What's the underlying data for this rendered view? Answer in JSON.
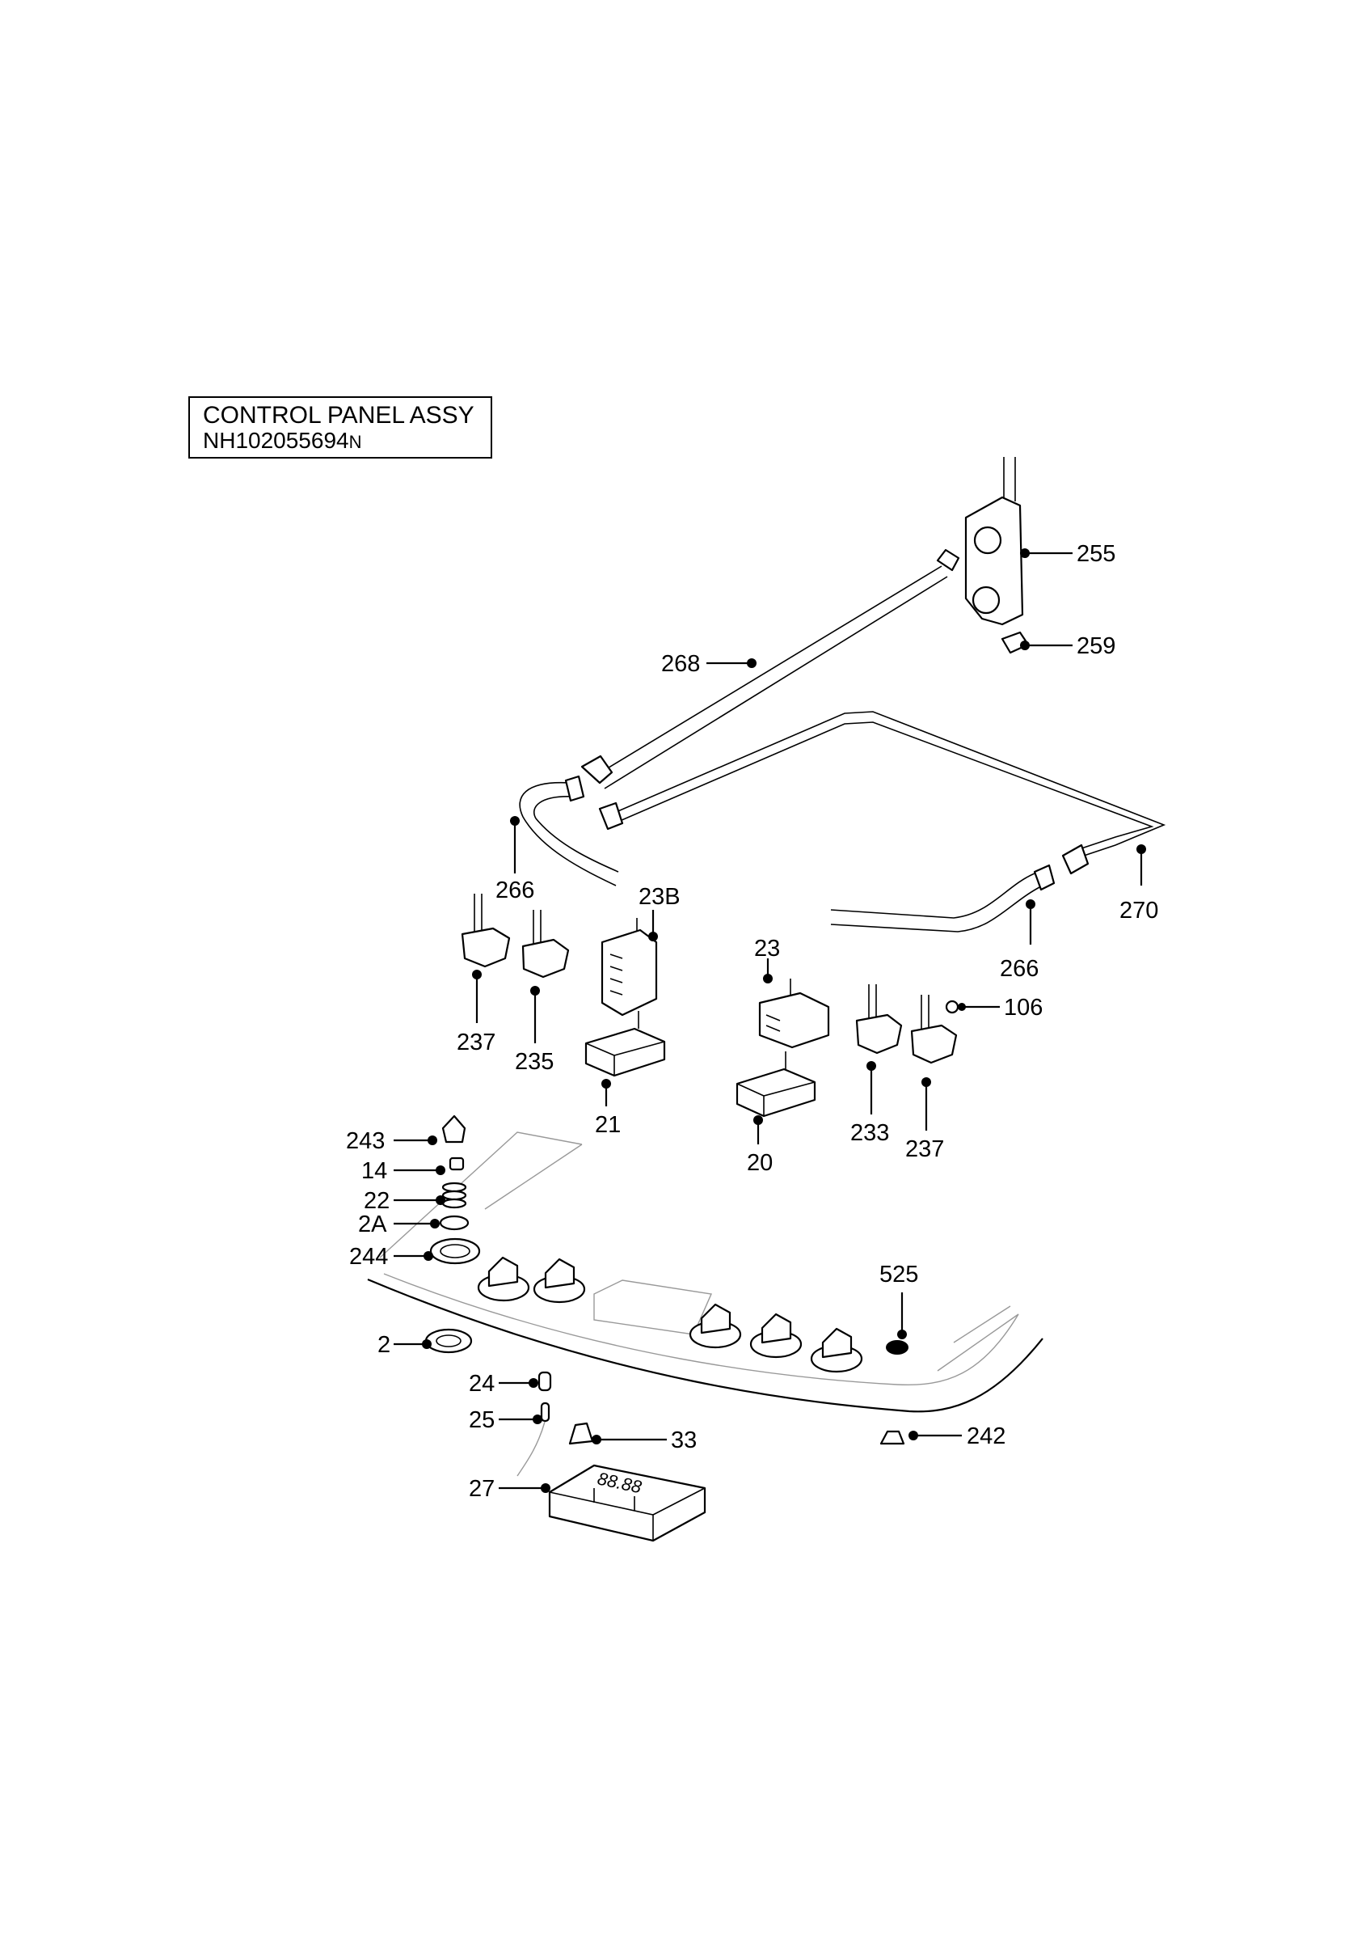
{
  "title": {
    "line1": "CONTROL PANEL ASSY",
    "line2_main": "NH102055694",
    "line2_suffix": "N"
  },
  "callouts": {
    "c255": "255",
    "c259": "259",
    "c268": "268",
    "c266a": "266",
    "c23B": "23B",
    "c270": "270",
    "c266b": "266",
    "c23": "23",
    "c106": "106",
    "c237a": "237",
    "c235": "235",
    "c21": "21",
    "c20": "20",
    "c233": "233",
    "c237b": "237",
    "c243": "243",
    "c14": "14",
    "c22": "22",
    "c2A": "2A",
    "c244": "244",
    "c525": "525",
    "c2": "2",
    "c24": "24",
    "c25": "25",
    "c33": "33",
    "c242": "242",
    "c27": "27"
  },
  "display_text": "88.88"
}
